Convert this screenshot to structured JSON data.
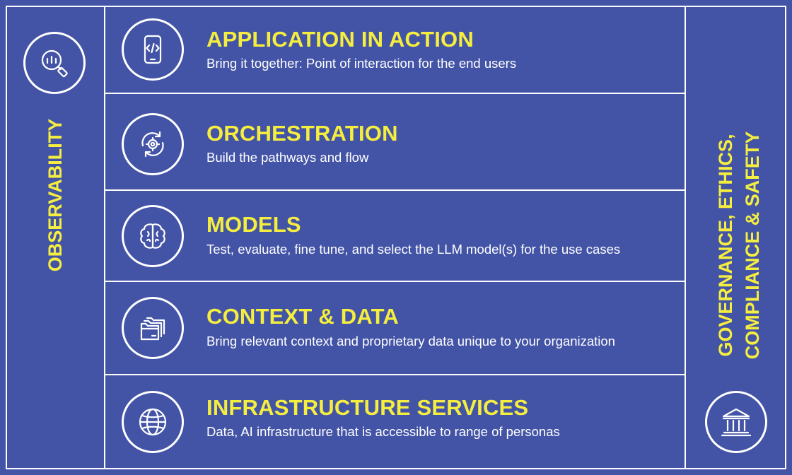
{
  "side_left": {
    "label": "OBSERVABILITY",
    "icon": "observability-search-icon"
  },
  "side_right": {
    "line1": "GOVERNANCE, ETHICS,",
    "line2": "COMPLIANCE & SAFETY",
    "icon": "government-building-icon"
  },
  "layers": [
    {
      "title": "APPLICATION IN ACTION",
      "description": "Bring it together: Point of interaction for the end users",
      "icon": "mobile-code-icon"
    },
    {
      "title": "ORCHESTRATION",
      "description": "Build the pathways and flow",
      "icon": "gear-cycle-icon"
    },
    {
      "title": "MODELS",
      "description": "Test, evaluate, fine tune, and select the LLM model(s) for the use cases",
      "icon": "brain-icon"
    },
    {
      "title": "CONTEXT & DATA",
      "description": "Bring relevant context and proprietary data unique to your organization",
      "icon": "folders-icon"
    },
    {
      "title": "INFRASTRUCTURE SERVICES",
      "description": "Data, AI infrastructure that is accessible to range of personas",
      "icon": "globe-icon"
    }
  ],
  "colors": {
    "background": "#4354A6",
    "title": "#F5EE3E",
    "text": "#FFFFFF",
    "lines": "#FFFFFF"
  }
}
